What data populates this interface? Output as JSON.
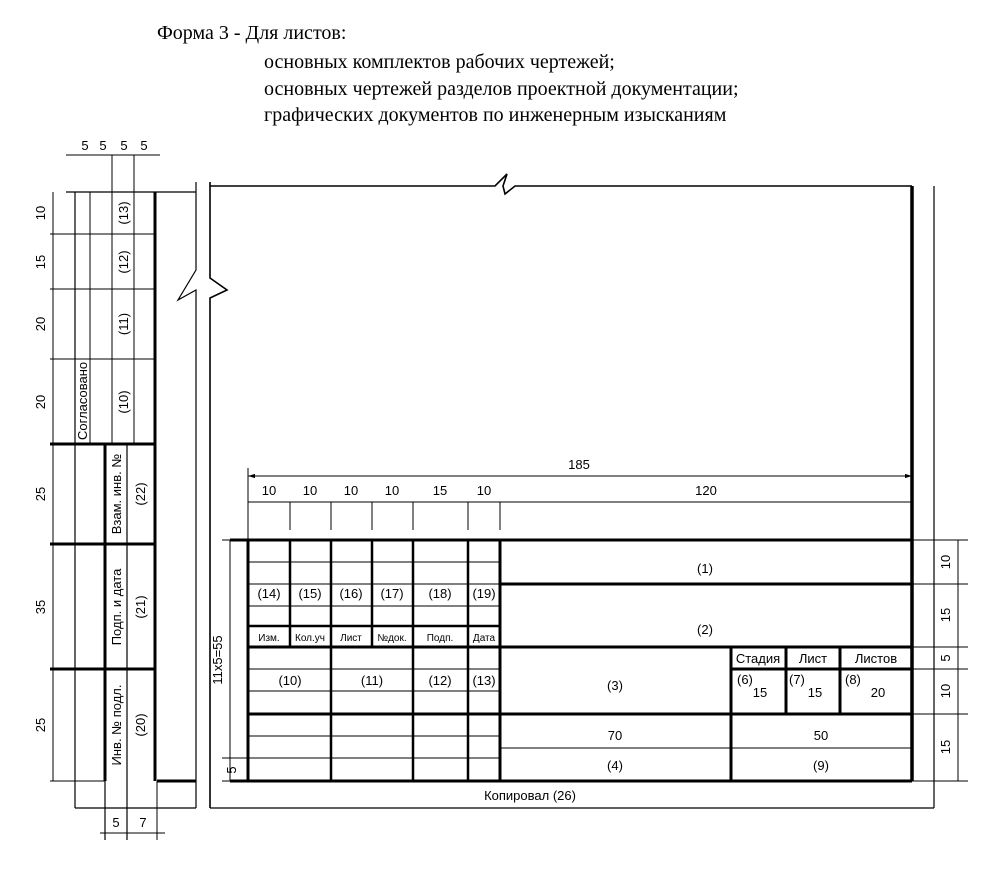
{
  "title": {
    "line1": "Форма 3 - Для листов:",
    "line2": "основных комплектов рабочих чертежей;",
    "line3": "основных чертежей разделов проектной документации;",
    "line4": "графических документов по инженерным изысканиям"
  },
  "side": {
    "dims_top": [
      "5",
      "5",
      "5",
      "5"
    ],
    "dims_left": [
      "10",
      "15",
      "20",
      "20",
      "25",
      "35",
      "25"
    ],
    "dims_bottom": [
      "5",
      "7"
    ],
    "soglasovano": "Согласовано",
    "cells_top": [
      "(13)",
      "(12)",
      "(11)",
      "(10)"
    ],
    "vzam": "Взам. инв. №",
    "podp": "Подп. и дата",
    "inv": "Инв. № подл.",
    "cells_low": [
      "(22)",
      "(21)",
      "(20)"
    ]
  },
  "stamp": {
    "dim_total": "185",
    "dims_cols": [
      "10",
      "10",
      "10",
      "10",
      "15",
      "10",
      "120"
    ],
    "height_label": "11x5=55",
    "small_dim": "5",
    "right_dims": [
      "10",
      "15",
      "5",
      "10",
      "15"
    ],
    "headers": [
      "Изм.",
      "Кол.уч",
      "Лист",
      "№док.",
      "Подп.",
      "Дата"
    ],
    "upper_nums": [
      "(14)",
      "(15)",
      "(16)",
      "(17)",
      "(18)",
      "(19)"
    ],
    "lower_nums": [
      "(10)",
      "(11)",
      "(12)",
      "(13)"
    ],
    "f1": "(1)",
    "f2": "(2)",
    "f3": "(3)",
    "f4": "(4)",
    "f9": "(9)",
    "stadiya": "Стадия",
    "list": "Лист",
    "listov": "Листов",
    "f6": "(6)",
    "f7": "(7)",
    "f8": "(8)",
    "w15a": "15",
    "w15b": "15",
    "w20": "20",
    "w70": "70",
    "w50": "50",
    "kopiroval": "Копировал (26)"
  }
}
